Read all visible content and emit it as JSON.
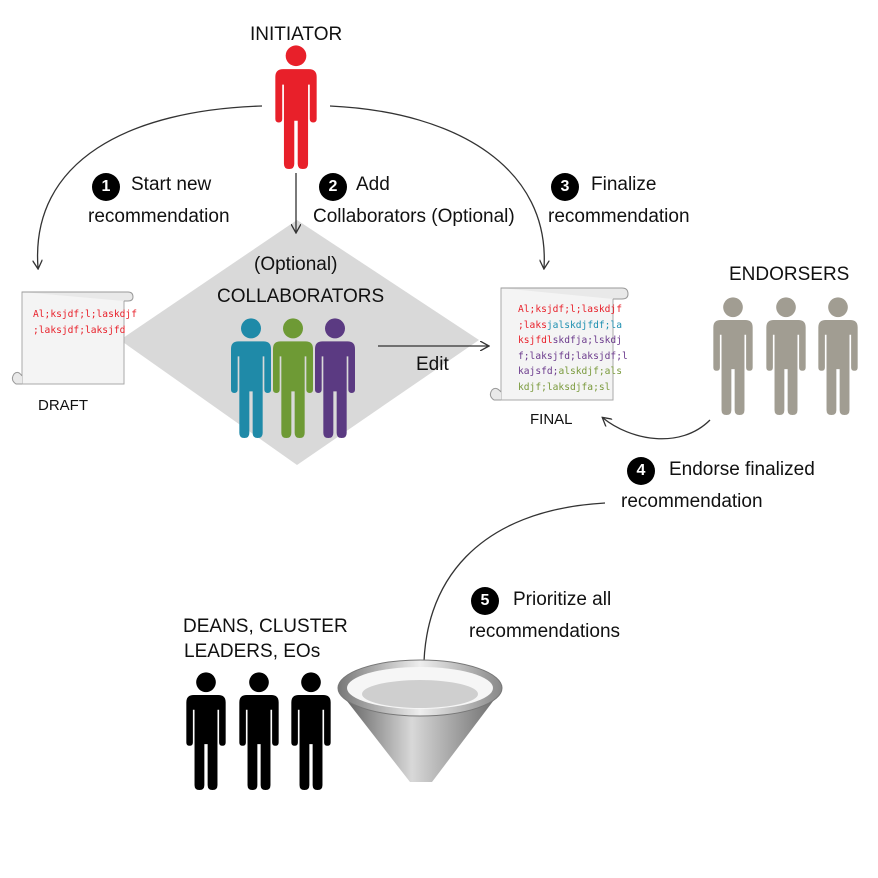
{
  "initiator_label": "INITIATOR",
  "optional_label": "(Optional)",
  "collaborators_label": "COLLABORATORS",
  "edit_label": "Edit",
  "draft_label": "DRAFT",
  "final_label": "FINAL",
  "endorsers_label": "ENDORSERS",
  "deans_label_line1": "DEANS, CLUSTER",
  "deans_label_line2": "LEADERS, EOs",
  "steps": [
    {
      "num": "1",
      "line1": "Start new",
      "line2": "recommendation"
    },
    {
      "num": "2",
      "line1": "Add",
      "line2": "Collaborators (Optional)"
    },
    {
      "num": "3",
      "line1": "Finalize",
      "line2": "recommendation"
    },
    {
      "num": "4",
      "line1": "Endorse finalized",
      "line2": "recommendation"
    },
    {
      "num": "5",
      "line1": "Prioritize all",
      "line2": "recommendations"
    }
  ],
  "draft_text": [
    "Al;ksjdf;l;laskdjf",
    ";laksjdf;laksjfd"
  ],
  "final_text": {
    "l1": "Al;ksjdf;l;laskdjf",
    "l2a": ";laks",
    "l2b": "jalskdjfdf;la",
    "l3a": "ksjfdl",
    "l3b": "skdfja;lskdj",
    "l4": "f;laksjfd;laksjdf;l",
    "l5a": "kajsfd;",
    "l5b": "alskdjf;als",
    "l6": "kdjf;laksdjfa;sl"
  },
  "colors": {
    "initiator": "#e8202a",
    "collab_blue": "#1f8aa8",
    "collab_green": "#6e9a35",
    "collab_purple": "#5b3a82",
    "endorser": "#a19d92",
    "dean": "#000000",
    "diamond": "#d9d9d9"
  }
}
